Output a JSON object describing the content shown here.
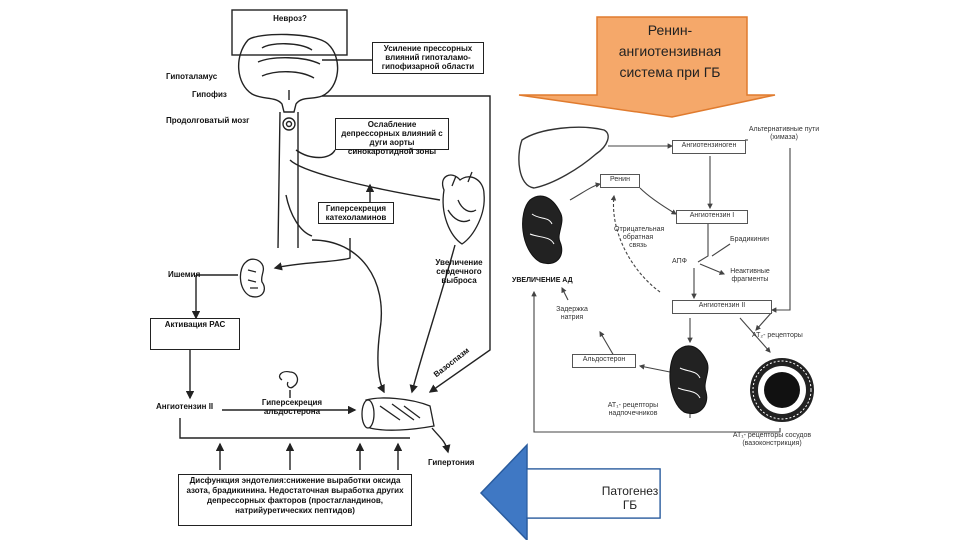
{
  "callouts": {
    "top_title": "Ренин-ангиотензивная система при ГБ",
    "bottom_title": "Патогенез ГБ",
    "colors": {
      "top_fill": "#f5a86a",
      "top_edge": "#e07b2e",
      "bottom_fill": "#3f78c4",
      "bottom_edge": "#2a5c9e"
    }
  },
  "left_diagram": {
    "neurosis": "Невроз?",
    "pressor_box": "Усиление прессорных влияний гипоталамо-гипофизарной области",
    "hypothalamus": "Гипоталамус",
    "hypophysis": "Гипофиз",
    "medulla": "Продолговатый мозг",
    "depressor_box": "Ослабление депрессорных влияний с дуги аорты синокаротидной зоны",
    "catecholamine_box": "Гиперсекреция катехоламинов",
    "ischemia": "Ишемия",
    "cardiac_output": "Увеличение сердечного выброса",
    "ras_box": "Активация РАС",
    "angiotensin_ii": "Ангиотензин II",
    "aldosterone": "Гиперсекреция альдостерона",
    "vasospasm": "Вазоспазм",
    "hypertension": "Гипертония",
    "bottom_box": "Дисфункция эндотелия:снижение выработки оксида азота, брадикинина. Недостаточная выработка других депрессорных факторов (простагландинов, натрийуретических пептидов)"
  },
  "right_diagram": {
    "alt_paths": "Альтернативные пути (химаза)",
    "angiotensinogen": "Ангиотензиноген",
    "renin": "Ренин",
    "angiotensin_i": "Ангиотензин I",
    "negative_feedback": "Отрицательная обратная связь",
    "bradykinin": "Брадикинин",
    "ace": "АПФ",
    "inactive_fragments": "Неактивные фрагменты",
    "bp_increase": "УВЕЛИЧЕНИЕ АД",
    "angiotensin_ii": "Ангиотензин II",
    "at2": "AT₂- рецепторы",
    "sodium_retention": "Задержка натрия",
    "aldosterone": "Альдостерон",
    "at1_adrenal": "AT₁- рецепторы надпочечников",
    "at1_vessels": "AT₁- рецепторы сосудов (вазоконстрикция)"
  }
}
